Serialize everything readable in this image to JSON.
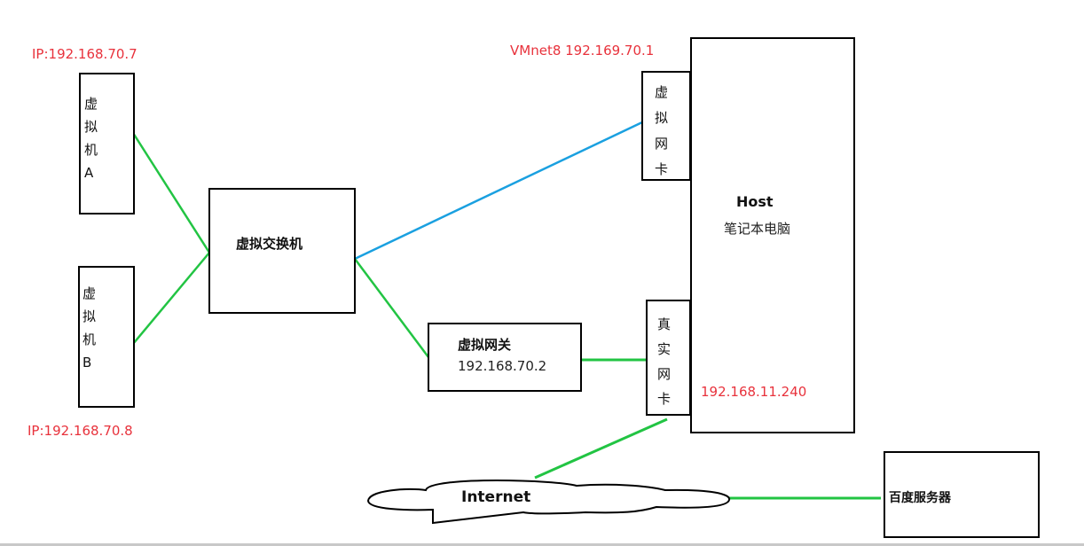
{
  "diagram": {
    "vm_a": {
      "ip_label": "IP:192.168.70.7",
      "chars": [
        "虚",
        "拟",
        "机",
        "A"
      ]
    },
    "vm_b": {
      "ip_label": "IP:192.168.70.8",
      "chars": [
        "虚",
        "拟",
        "机",
        "B"
      ]
    },
    "virtual_switch": {
      "label": "虚拟交换机"
    },
    "virtual_gateway": {
      "title": "虚拟网关",
      "ip": "192.168.70.2"
    },
    "virtual_nic": {
      "ip_label": "VMnet8 192.169.70.1",
      "chars": [
        "虚",
        "拟",
        "网",
        "卡"
      ]
    },
    "real_nic": {
      "ip_label": "192.168.11.240",
      "chars": [
        "真",
        "实",
        "网",
        "卡"
      ]
    },
    "host": {
      "title": "Host",
      "subtitle": "笔记本电脑"
    },
    "internet": {
      "label": "Internet"
    },
    "baidu_server": {
      "label": "百度服务器"
    },
    "colors": {
      "link_green": "#22c443",
      "link_blue": "#1aa0e0",
      "ip_red": "#e8323c",
      "border": "#000000"
    },
    "links": [
      {
        "from": "vm_a",
        "to": "virtual_switch",
        "color": "green"
      },
      {
        "from": "vm_b",
        "to": "virtual_switch",
        "color": "green"
      },
      {
        "from": "virtual_switch",
        "to": "virtual_nic",
        "color": "blue"
      },
      {
        "from": "virtual_switch",
        "to": "virtual_gateway",
        "color": "green"
      },
      {
        "from": "virtual_gateway",
        "to": "real_nic",
        "color": "green"
      },
      {
        "from": "real_nic",
        "to": "internet",
        "color": "green"
      },
      {
        "from": "internet",
        "to": "baidu_server",
        "color": "green"
      }
    ]
  }
}
